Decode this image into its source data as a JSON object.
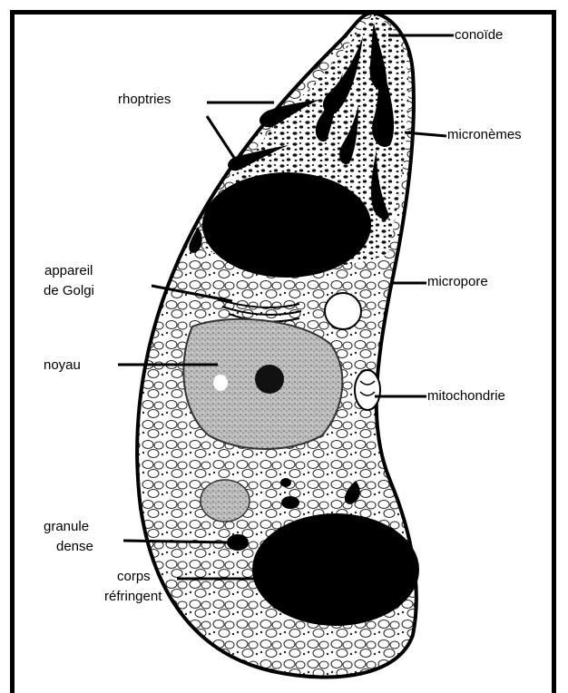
{
  "diagram": {
    "labels": {
      "conoide": "conoïde",
      "rhoptries": "rhoptries",
      "micronemes": "micronèmes",
      "appareil_line1": "appareil",
      "appareil_line2": "de Golgi",
      "micropore": "micropore",
      "noyau": "noyau",
      "mitochondrie": "mitochondrie",
      "granule_line1": "granule",
      "granule_line2": "dense",
      "corps_line1": "corps",
      "corps_line2": "réfringent"
    }
  }
}
